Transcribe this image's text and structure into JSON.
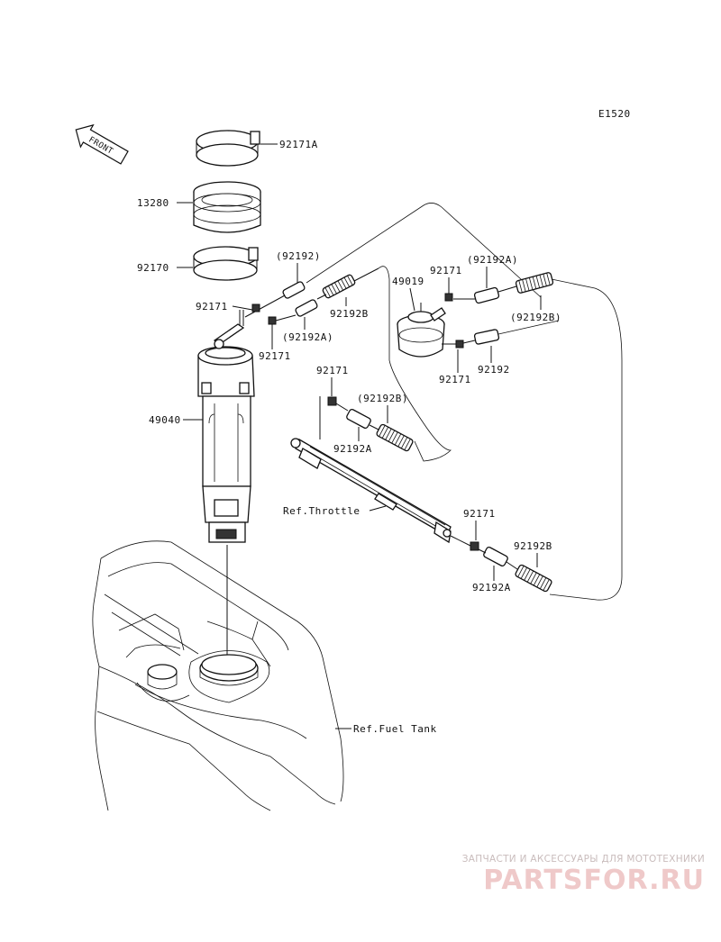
{
  "diagram_code": "E1520",
  "front_label": "FRONT",
  "labels": {
    "p92171A": "92171A",
    "p13280": "13280",
    "p92170": "92170",
    "p92192_paren_top": "(92192)",
    "p92171_left": "92171",
    "p92192B_left": "92192B",
    "p92192A_paren_left": "(92192A)",
    "p92171_left_lower": "92171",
    "p49019": "49019",
    "p92171_filter": "92171",
    "p92192A_paren_filter": "(92192A)",
    "p92192B_paren_filter": "(92192B)",
    "p92171_filter_lower": "92171",
    "p92192_filter": "92192",
    "p49040": "49040",
    "p92171_mid": "92171",
    "p92192B_paren_mid": "(92192B)",
    "p92192A_mid": "92192A",
    "ref_throttle": "Ref.Throttle",
    "p92171_right": "92171",
    "p92192B_right": "92192B",
    "p92192A_right": "92192A",
    "ref_fuel_tank": "Ref.Fuel Tank"
  },
  "watermark": {
    "tagline": "ЗАПЧАСТИ И АКСЕССУАРЫ ДЛЯ МОТОТЕХНИКИ",
    "logo": "PARTSFOR.RU"
  }
}
